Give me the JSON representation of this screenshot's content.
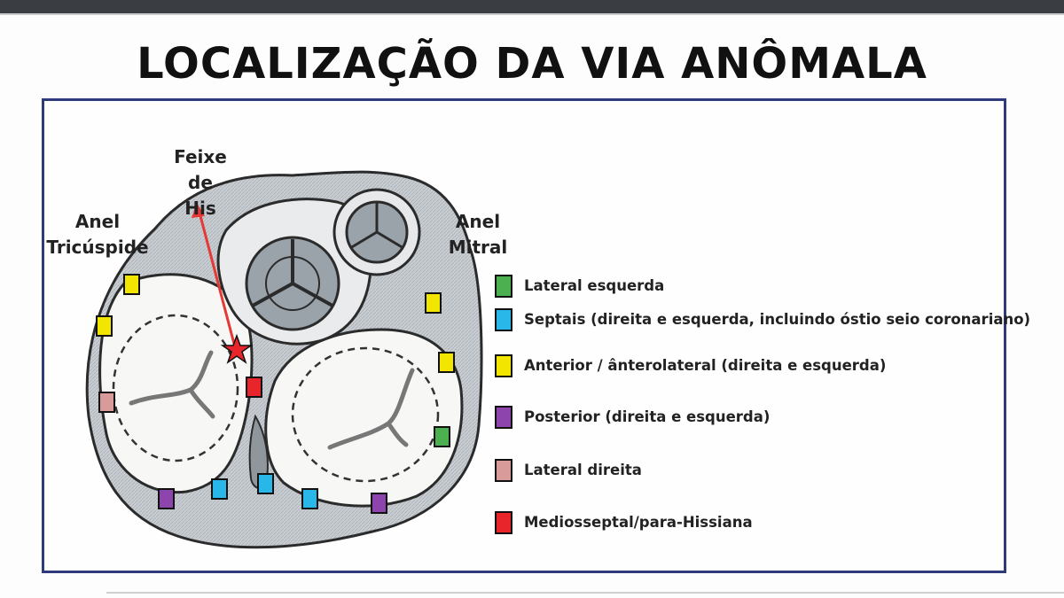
{
  "title": "LOCALIZAÇÃO DA VIA ANÔMALA",
  "labels": {
    "his": "Feixe\nde His",
    "tricuspid": "Anel\nTricúspide",
    "mitral": "Anel\nMitral"
  },
  "colors": {
    "green": "#4caf50",
    "cyan": "#29b6e8",
    "yellow": "#f2e600",
    "purple": "#8e44ad",
    "pink": "#d99a9a",
    "red": "#e8252a",
    "frame": "#2f3a7a",
    "arrow": "#e53935"
  },
  "legend": [
    {
      "color": "#4caf50",
      "label": "Lateral esquerda"
    },
    {
      "color": "#29b6e8",
      "label": "Septais (direita e esquerda, incluindo óstio seio coronariano)"
    },
    {
      "color": "#f2e600",
      "label": "Anterior / ânterolateral (direita e esquerda)"
    },
    {
      "color": "#8e44ad",
      "label": "Posterior (direita e esquerda)"
    },
    {
      "color": "#d99a9a",
      "label": "Lateral direita"
    },
    {
      "color": "#e8252a",
      "label": "Mediosseptal/para-Hissiana"
    }
  ],
  "markers": [
    {
      "name": "marker-anterior-right-1",
      "color": "#f2e600"
    },
    {
      "name": "marker-anterior-right-2",
      "color": "#f2e600"
    },
    {
      "name": "marker-lateral-right",
      "color": "#d99a9a"
    },
    {
      "name": "marker-posterior-right",
      "color": "#8e44ad"
    },
    {
      "name": "marker-septal-1",
      "color": "#29b6e8"
    },
    {
      "name": "marker-septal-2",
      "color": "#29b6e8"
    },
    {
      "name": "marker-septal-3",
      "color": "#29b6e8"
    },
    {
      "name": "marker-posterior-left",
      "color": "#8e44ad"
    },
    {
      "name": "marker-lateral-left",
      "color": "#4caf50"
    },
    {
      "name": "marker-anterior-left-1",
      "color": "#f2e600"
    },
    {
      "name": "marker-anterior-left-2",
      "color": "#f2e600"
    },
    {
      "name": "marker-midseptal",
      "color": "#e8252a"
    }
  ]
}
